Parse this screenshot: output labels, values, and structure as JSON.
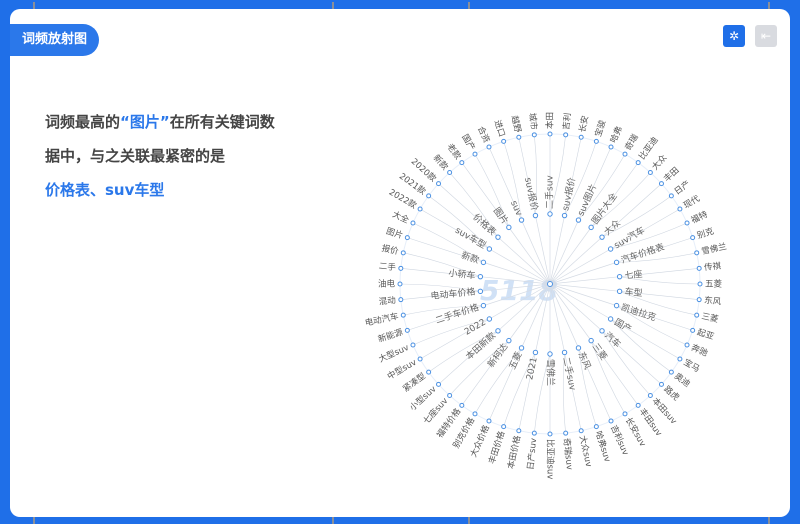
{
  "panel": {
    "title": "词频放射图",
    "settings_icon": "gear-icon",
    "export_icon": "export-icon"
  },
  "description": {
    "line1_prefix": "词频最高的",
    "keyword": "“图片”",
    "line1_suffix": "在所有关键词数",
    "line2": "据中，与之关联最紧密的是",
    "result": "价格表、suv车型"
  },
  "watermark": "5118",
  "radial": {
    "center": "",
    "inner": [
      "二手suv",
      "suv报价",
      "suv图片",
      "图片大全",
      "大众",
      "suv汽车",
      "汽车价格表",
      "七座",
      "车型",
      "凯迪拉克",
      "国产",
      "汽车",
      "三菱",
      "东风",
      "二手suv",
      "雪佛兰",
      "2021",
      "五菱",
      "新柯达",
      "本田新款",
      "2022",
      "二手车价格",
      "电动车价格",
      "小轿车",
      "新款",
      "suv车型",
      "价格表",
      "图片",
      "suv",
      "suv报价"
    ],
    "outer": [
      "本田",
      "吉利",
      "长安",
      "宝骏",
      "哈弗",
      "奇瑞",
      "比亚迪",
      "大众",
      "丰田",
      "日产",
      "现代",
      "福特",
      "别克",
      "雪佛兰",
      "传祺",
      "五菱",
      "东风",
      "三菱",
      "起亚",
      "奔驰",
      "宝马",
      "奥迪",
      "路虎",
      "本田suv",
      "丰田suv",
      "长安suv",
      "吉利suv",
      "哈弗suv",
      "大众suv",
      "奇瑞suv",
      "比亚迪suv",
      "日产suv",
      "本田价格",
      "丰田价格",
      "大众价格",
      "别克价格",
      "福特价格",
      "七座suv",
      "小型suv",
      "紧凑型",
      "中型suv",
      "大型suv",
      "新能源",
      "电动汽车",
      "混动",
      "油电",
      "二手",
      "报价",
      "图片",
      "大全",
      "2022款",
      "2021款",
      "2020款",
      "新款",
      "老款",
      "国产",
      "合资",
      "进口",
      "越野",
      "城市"
    ]
  }
}
